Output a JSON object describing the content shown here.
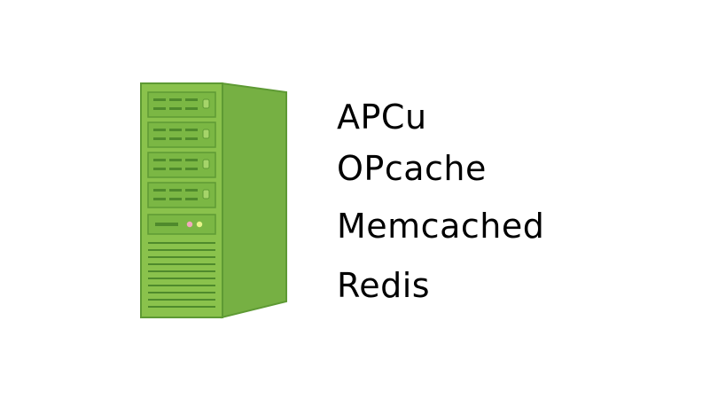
{
  "illustration": {
    "icon": "server-tower-icon",
    "colors": {
      "body_front": "#8ac24c",
      "body_side": "#76b043",
      "outline": "#5e9a34",
      "slot_dark": "#4f8a2c",
      "led_pink": "#f3a8bd",
      "led_yellow": "#e7f48a"
    }
  },
  "labels": {
    "items": [
      {
        "label": "APCu"
      },
      {
        "label": "OPcache"
      },
      {
        "label": "Memcached"
      },
      {
        "label": "Redis"
      }
    ]
  }
}
